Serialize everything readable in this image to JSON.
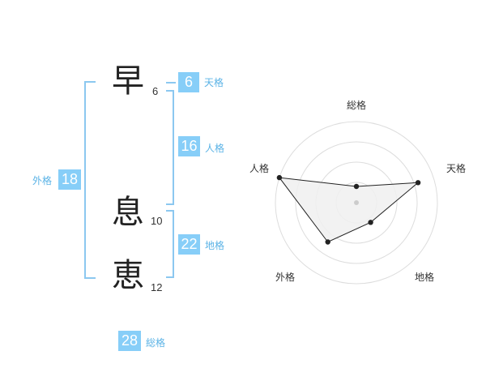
{
  "name_chars": [
    {
      "char": "早",
      "strokes": "6"
    },
    {
      "char": "息",
      "strokes": "10"
    },
    {
      "char": "恵",
      "strokes": "12"
    }
  ],
  "kakusu": {
    "tenkaku": {
      "label": "天格",
      "value": "6"
    },
    "jinkaku": {
      "label": "人格",
      "value": "16"
    },
    "chikaku": {
      "label": "地格",
      "value": "22"
    },
    "gaikaku": {
      "label": "外格",
      "value": "18"
    },
    "soukaku": {
      "label": "総格",
      "value": "28"
    }
  },
  "chart_data": {
    "type": "radar",
    "axes": [
      "総格",
      "天格",
      "地格",
      "外格",
      "人格"
    ],
    "values": [
      1,
      4,
      1.5,
      3,
      5
    ],
    "max": 5,
    "rings": 4,
    "colors": {
      "fill": "#f0f0f0",
      "line": "#222222",
      "ring": "#dddddd",
      "center": "#cccccc"
    }
  }
}
